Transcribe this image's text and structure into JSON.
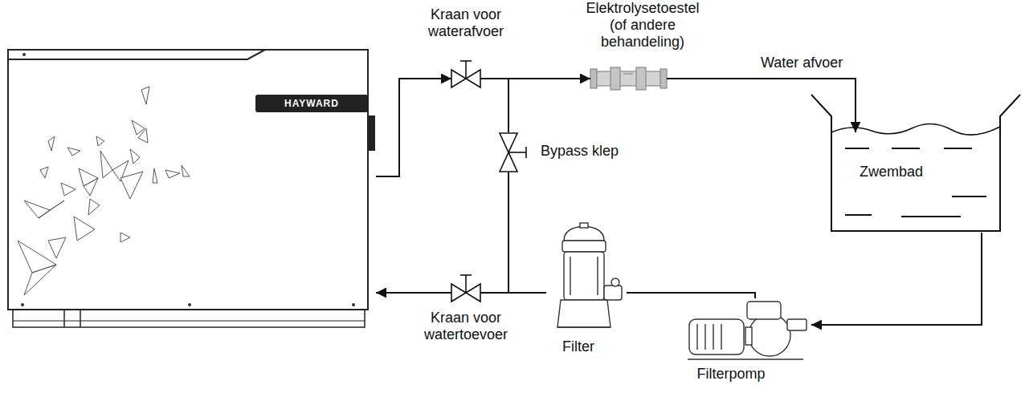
{
  "diagram": {
    "nodes": [
      {
        "text": [
          "HAYWARD"
        ]
      },
      {
        "text": [
          "Kraan voor waterafvoer"
        ]
      },
      {
        "text": [
          "Elektrolysetoestel (of andere behandeling)"
        ]
      },
      {
        "text": [
          "Zwembad"
        ]
      },
      {
        "text": [
          "Filterpomp"
        ]
      },
      {
        "text": [
          "Filter"
        ]
      },
      {
        "text": [
          "Bypass klep"
        ]
      },
      {
        "text": [
          "Kraan voor watertoevoer"
        ]
      }
    ],
    "edges": [
      {
        "from": 0,
        "to": 1,
        "arrow": "to"
      },
      {
        "from": 1,
        "to": 2,
        "arrow": "to"
      },
      {
        "from": 2,
        "to": 3,
        "label": "Water afvoer",
        "arrow": "to"
      },
      {
        "from": 3,
        "to": 4,
        "arrow": "to"
      },
      {
        "from": 4,
        "to": 5,
        "arrow": "none"
      },
      {
        "from": 5,
        "to": 7,
        "arrow": "none"
      },
      {
        "from": 5,
        "to": 6,
        "arrow": "none"
      },
      {
        "from": 7,
        "to": 0,
        "arrow": "to"
      },
      {
        "from": 6,
        "to": 2,
        "arrow": "none"
      }
    ]
  }
}
